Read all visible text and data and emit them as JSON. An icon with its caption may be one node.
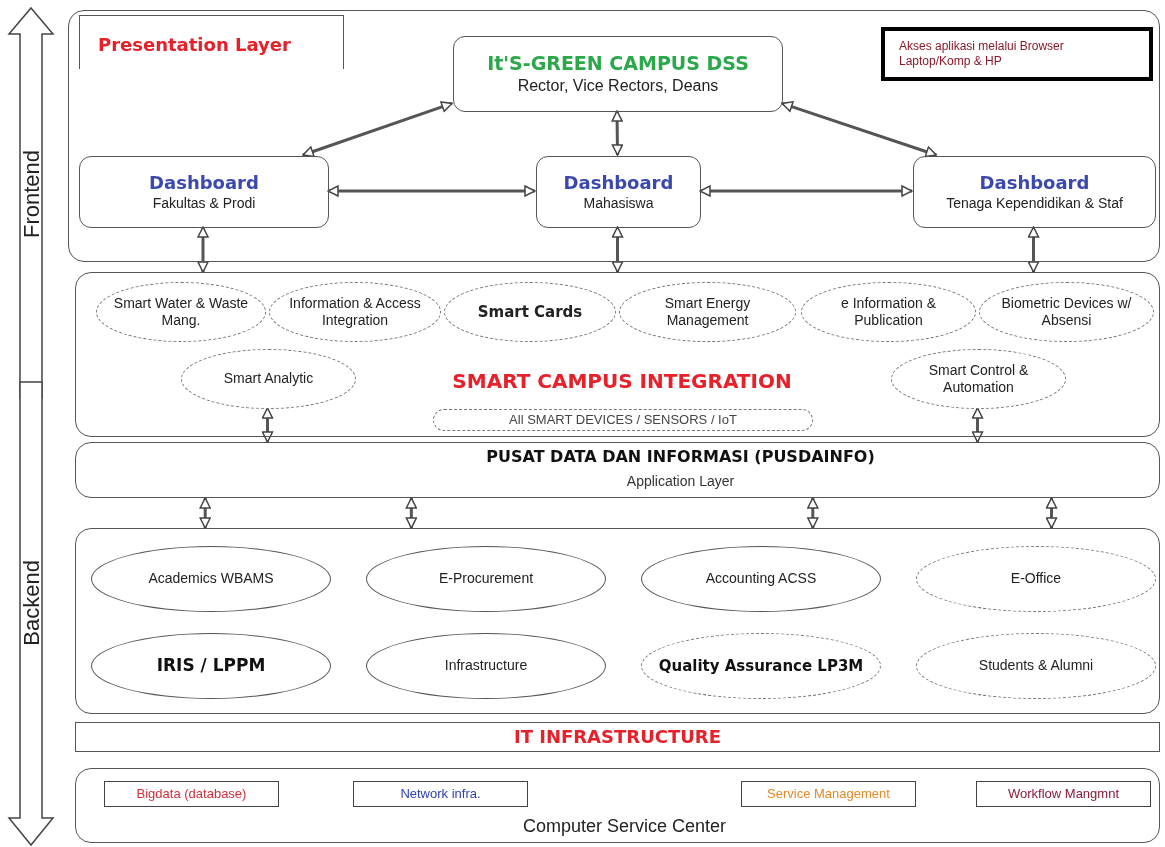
{
  "diagram": {
    "nodes": [
      {
        "text": [
          "Presentation Layer"
        ]
      },
      {
        "text": [
          "It'S-GREEN CAMPUS DSS",
          "Rector, Vice Rectors, Deans"
        ],
        "in": 0
      },
      {
        "text": [
          "Dashboard",
          "Fakultas & Prodi"
        ],
        "in": 0
      },
      {
        "text": [
          "Dashboard",
          "Mahasiswa"
        ],
        "in": 0
      },
      {
        "text": [
          "Dashboard",
          "Tenaga Kependidikan & Staf"
        ],
        "in": 0
      },
      {
        "text": [
          "Akses aplikasi melalui Browser Laptop/Komp & HP"
        ],
        "in": 0
      },
      {
        "text": [
          "SMART CAMPUS INTEGRATION"
        ]
      },
      {
        "text": [
          "Smart Water & Waste Mang."
        ],
        "in": 6
      },
      {
        "text": [
          "Information & Access Integration"
        ],
        "in": 6
      },
      {
        "text": [
          "Smart Cards"
        ],
        "in": 6
      },
      {
        "text": [
          "Smart Energy Management"
        ],
        "in": 6
      },
      {
        "text": [
          "e Information & Publication"
        ],
        "in": 6
      },
      {
        "text": [
          "Biometric Devices w/ Absensi"
        ],
        "in": 6
      },
      {
        "text": [
          "Smart Analytic"
        ],
        "in": 6
      },
      {
        "text": [
          "All SMART DEVICES / SENSORS / IoT"
        ],
        "in": 6
      },
      {
        "text": [
          "Smart Control & Automation"
        ],
        "in": 6
      },
      {
        "text": [
          "PUSAT DATA DAN INFORMASI (PUSDAINFO)",
          "Application Layer"
        ]
      },
      {
        "text": [],
        "shape": "box"
      },
      {
        "text": [
          "Academics WBAMS"
        ],
        "in": 17
      },
      {
        "text": [
          "E-Procurement"
        ],
        "in": 17
      },
      {
        "text": [
          "Accounting ACSS"
        ],
        "in": 17
      },
      {
        "text": [
          "E-Office"
        ],
        "in": 17
      },
      {
        "text": [
          "IRIS / LPPM"
        ],
        "in": 17
      },
      {
        "text": [
          "Infrastructure"
        ],
        "in": 17
      },
      {
        "text": [
          "Quality Assurance LP3M"
        ],
        "in": 17
      },
      {
        "text": [
          "Students & Alumni"
        ],
        "in": 17
      },
      {
        "text": [
          "IT  INFRASTRUCTURE"
        ]
      },
      {
        "text": [
          "Computer Service Center"
        ]
      },
      {
        "text": [
          "Bigdata (database)"
        ],
        "in": 27
      },
      {
        "text": [
          "Network infra."
        ],
        "in": 27
      },
      {
        "text": [
          "Service Management"
        ],
        "in": 27
      },
      {
        "text": [
          "Workflow Mangmnt"
        ],
        "in": 27
      }
    ],
    "edges": [
      {
        "from": 1,
        "to": 2,
        "arrow": "both"
      },
      {
        "from": 1,
        "to": 3,
        "arrow": "both"
      },
      {
        "from": 1,
        "to": 4,
        "arrow": "both"
      },
      {
        "from": 2,
        "to": 3,
        "arrow": "both"
      },
      {
        "from": 3,
        "to": 4,
        "arrow": "both"
      },
      {
        "from": 2,
        "to": 6,
        "arrow": "both"
      },
      {
        "from": 3,
        "to": 6,
        "arrow": "both"
      },
      {
        "from": 4,
        "to": 6,
        "arrow": "both"
      },
      {
        "from": 13,
        "to": 16,
        "arrow": "both"
      },
      {
        "from": 15,
        "to": 16,
        "arrow": "both"
      },
      {
        "from": 16,
        "to": 17,
        "arrow": "both"
      },
      {
        "from": 16,
        "to": 17,
        "arrow": "both"
      },
      {
        "from": 16,
        "to": 17,
        "arrow": "both"
      },
      {
        "from": 16,
        "to": 17,
        "arrow": "both"
      }
    ],
    "labels": [
      "Frontend",
      "Backend"
    ]
  }
}
